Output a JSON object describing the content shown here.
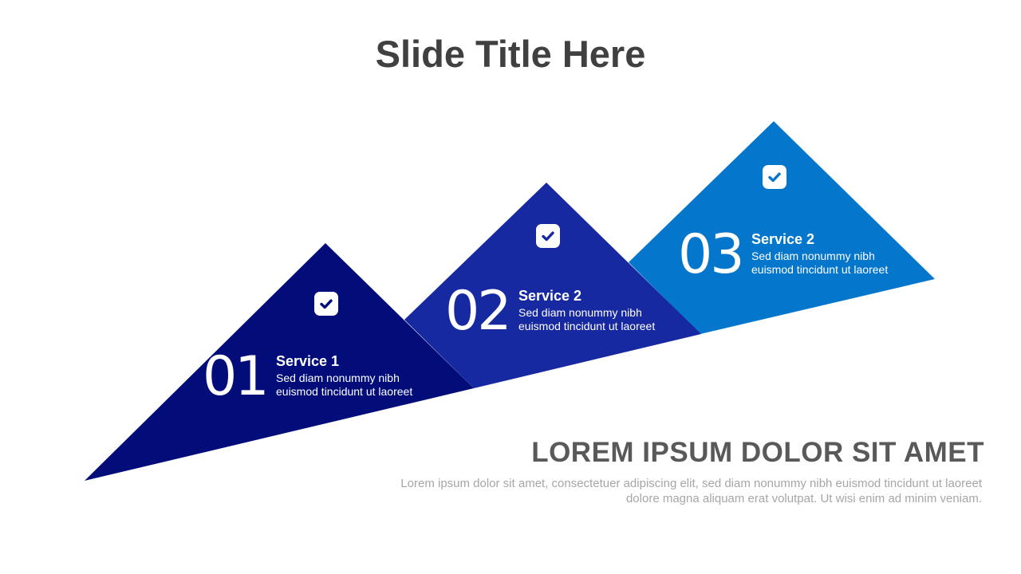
{
  "slide": {
    "title": "Slide Title Here"
  },
  "colors": {
    "step1": "#020D7A",
    "step2": "#1629A0",
    "step3": "#0476CC",
    "title": "#404040",
    "heading": "#595959",
    "body": "#A6A6A6"
  },
  "steps": [
    {
      "number": "01",
      "heading": "Service 1",
      "desc_line1": "Sed diam nonummy nibh",
      "desc_line2": "euismod tincidunt  ut laoreet",
      "icon": "check-icon"
    },
    {
      "number": "02",
      "heading": "Service 2",
      "desc_line1": "Sed diam nonummy nibh",
      "desc_line2": "euismod tincidunt  ut laoreet",
      "icon": "check-icon"
    },
    {
      "number": "03",
      "heading": "Service 2",
      "desc_line1": "Sed diam nonummy nibh",
      "desc_line2": "euismod tincidunt  ut laoreet",
      "icon": "check-icon"
    }
  ],
  "footer": {
    "heading": "LOREM IPSUM DOLOR SIT AMET",
    "body_line1": "Lorem ipsum dolor sit amet, consectetuer  adipiscing elit, sed diam nonummy nibh euismod tincidunt ut laoreet",
    "body_line2": "dolore magna aliquam erat volutpat. Ut wisi enim ad minim veniam."
  }
}
